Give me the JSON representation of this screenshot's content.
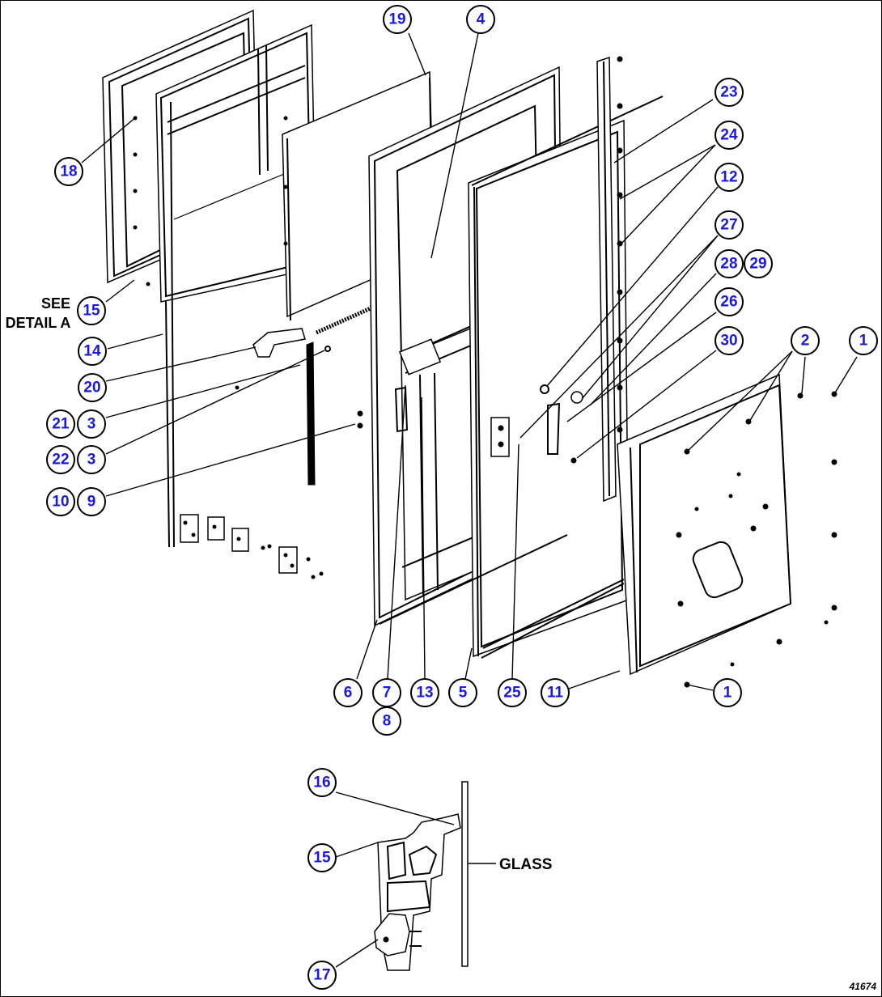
{
  "drawing_number": "41674",
  "labels": {
    "see_detail_line1": "SEE",
    "see_detail_line2": "DETAIL A",
    "glass": "GLASS"
  },
  "callouts": [
    {
      "id": "c18",
      "text": "18"
    },
    {
      "id": "c19",
      "text": "19"
    },
    {
      "id": "c4",
      "text": "4"
    },
    {
      "id": "c23",
      "text": "23"
    },
    {
      "id": "c24",
      "text": "24"
    },
    {
      "id": "c12",
      "text": "12"
    },
    {
      "id": "c27",
      "text": "27"
    },
    {
      "id": "c28",
      "text": "28"
    },
    {
      "id": "c29",
      "text": "29"
    },
    {
      "id": "c26",
      "text": "26"
    },
    {
      "id": "c30",
      "text": "30"
    },
    {
      "id": "c2",
      "text": "2"
    },
    {
      "id": "c1a",
      "text": "1"
    },
    {
      "id": "c15a",
      "text": "15"
    },
    {
      "id": "c14",
      "text": "14"
    },
    {
      "id": "c20",
      "text": "20"
    },
    {
      "id": "c21",
      "text": "21"
    },
    {
      "id": "c3a",
      "text": "3"
    },
    {
      "id": "c22",
      "text": "22"
    },
    {
      "id": "c3b",
      "text": "3"
    },
    {
      "id": "c10",
      "text": "10"
    },
    {
      "id": "c9",
      "text": "9"
    },
    {
      "id": "c6",
      "text": "6"
    },
    {
      "id": "c7",
      "text": "7"
    },
    {
      "id": "c8",
      "text": "8"
    },
    {
      "id": "c13",
      "text": "13"
    },
    {
      "id": "c5",
      "text": "5"
    },
    {
      "id": "c25",
      "text": "25"
    },
    {
      "id": "c11",
      "text": "11"
    },
    {
      "id": "c1b",
      "text": "1"
    },
    {
      "id": "c16",
      "text": "16"
    },
    {
      "id": "c15b",
      "text": "15"
    },
    {
      "id": "c17",
      "text": "17"
    }
  ]
}
